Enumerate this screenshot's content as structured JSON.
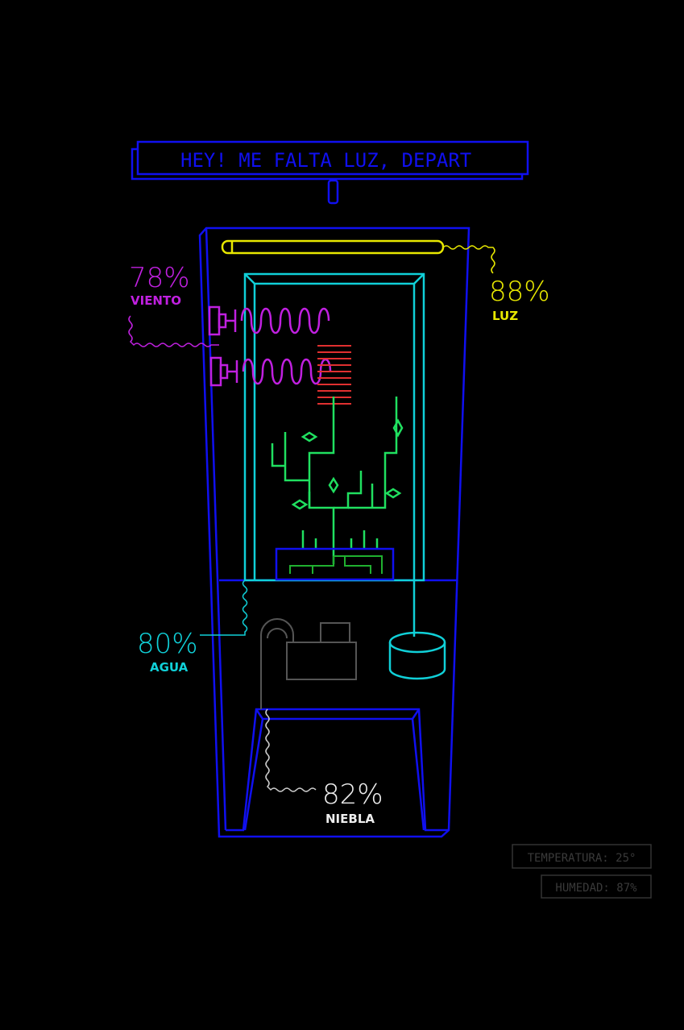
{
  "banner": {
    "message": "HEY! ME FALTA LUZ, DEPART"
  },
  "sensors": {
    "viento": {
      "value": "78%",
      "label": "VIENTO"
    },
    "luz": {
      "value": "88%",
      "label": "LUZ"
    },
    "agua": {
      "value": "80%",
      "label": "AGUA"
    },
    "niebla": {
      "value": "82%",
      "label": "NIEBLA"
    }
  },
  "status": {
    "temperature": "TEMPERATURA: 25°",
    "humidity": "HUMEDAD: 87%"
  },
  "colors": {
    "frame": "#1010f0",
    "light": "#e8e800",
    "wind": "#c020e0",
    "water": "#10d0d8",
    "plant": "#20e060",
    "heater": "#e03030",
    "pump": "#555555"
  }
}
